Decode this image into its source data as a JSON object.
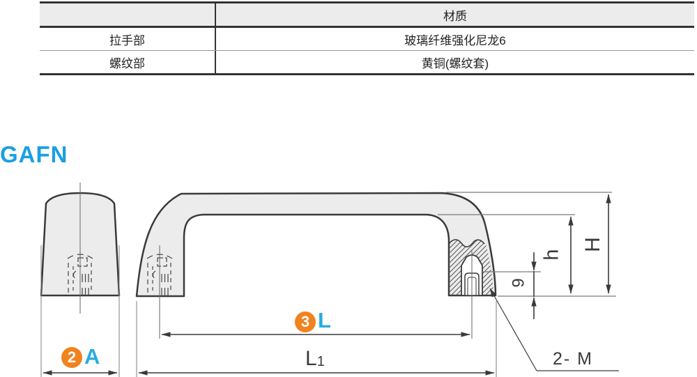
{
  "table": {
    "header": {
      "part_col": "",
      "material_col": "材质"
    },
    "rows": [
      {
        "part": "拉手部",
        "material": "玻璃纤维强化尼龙6"
      },
      {
        "part": "螺纹部",
        "material": "黄铜(螺纹套)"
      }
    ]
  },
  "heading": {
    "series_code": "GAFN"
  },
  "drawing": {
    "labels": {
      "dim_A_num": "2",
      "dim_A": "A",
      "dim_L_num": "3",
      "dim_L": "L",
      "dim_L1_main": "L",
      "dim_L1_sub": "1",
      "dim_h": "h",
      "dim_H": "H",
      "thread_depth": "9",
      "thread_callout": "2- M"
    },
    "colors": {
      "accent_blue": "#29ABE2",
      "accent_orange": "#F0831E",
      "line_dark": "#3a3a3a",
      "body_fill": "#ececec"
    }
  }
}
